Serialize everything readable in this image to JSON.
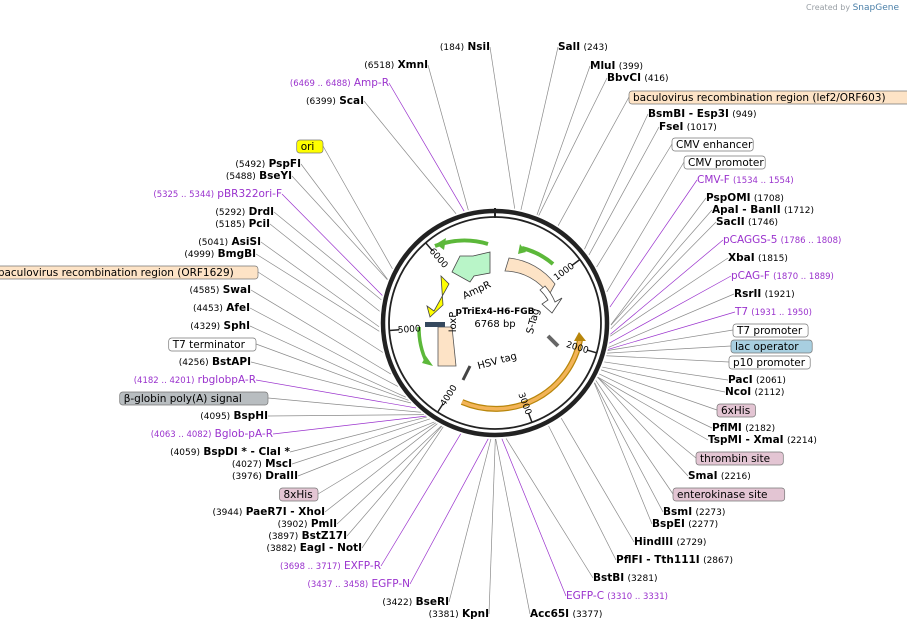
{
  "credit": {
    "prefix": "Created by",
    "brand": "SnapGene"
  },
  "plasmid": {
    "name": "pTriEx4-H6-FGB",
    "size": "6768 bp"
  },
  "ring_ticks": [
    "1000",
    "2000",
    "3000",
    "4000",
    "5000",
    "6000"
  ],
  "inner_labels": [
    "AmpR",
    "loxP",
    "S-Tag",
    "HSV tag"
  ],
  "enzymes": [
    {
      "name": "NsiI",
      "pos": "(184)"
    },
    {
      "name": "SalI",
      "pos": "(243)"
    },
    {
      "name": "MluI",
      "pos": "(399)"
    },
    {
      "name": "BbvCI",
      "pos": "(416)"
    },
    {
      "name": "BsmBI - Esp3I",
      "pos": "(949)"
    },
    {
      "name": "FseI",
      "pos": "(1017)"
    },
    {
      "name": "PspOMI",
      "pos": "(1708)"
    },
    {
      "name": "ApaI - BanII",
      "pos": "(1712)"
    },
    {
      "name": "SacII",
      "pos": "(1746)"
    },
    {
      "name": "XbaI",
      "pos": "(1815)"
    },
    {
      "name": "RsrII",
      "pos": "(1921)"
    },
    {
      "name": "PacI",
      "pos": "(2061)"
    },
    {
      "name": "NcoI",
      "pos": "(2112)"
    },
    {
      "name": "PflMI",
      "pos": "(2182)"
    },
    {
      "name": "TspMI - XmaI",
      "pos": "(2214)"
    },
    {
      "name": "SmaI",
      "pos": "(2216)"
    },
    {
      "name": "BsmI",
      "pos": "(2273)"
    },
    {
      "name": "BspEI",
      "pos": "(2277)"
    },
    {
      "name": "HindIII",
      "pos": "(2729)"
    },
    {
      "name": "PflFI - Tth111I",
      "pos": "(2867)"
    },
    {
      "name": "BstBI",
      "pos": "(3281)"
    },
    {
      "name": "Acc65I",
      "pos": "(3377)"
    },
    {
      "name": "KpnI",
      "pos": "(3381)"
    },
    {
      "name": "BseRI",
      "pos": "(3422)"
    },
    {
      "name": "EagI - NotI",
      "pos": "(3882)"
    },
    {
      "name": "BstZ17I",
      "pos": "(3897)"
    },
    {
      "name": "PmlI",
      "pos": "(3902)"
    },
    {
      "name": "PaeR7I - XhoI",
      "pos": "(3944)"
    },
    {
      "name": "DraIII",
      "pos": "(3976)"
    },
    {
      "name": "MscI",
      "pos": "(4027)"
    },
    {
      "name": "BspDI * - ClaI *",
      "pos": "(4059)"
    },
    {
      "name": "BspHI",
      "pos": "(4095)"
    },
    {
      "name": "BstAPI",
      "pos": "(4256)"
    },
    {
      "name": "SphI",
      "pos": "(4329)"
    },
    {
      "name": "AfeI",
      "pos": "(4453)"
    },
    {
      "name": "SwaI",
      "pos": "(4585)"
    },
    {
      "name": "BmgBI",
      "pos": "(4999)"
    },
    {
      "name": "AsiSI",
      "pos": "(5041)"
    },
    {
      "name": "PciI",
      "pos": "(5185)"
    },
    {
      "name": "DrdI",
      "pos": "(5292)"
    },
    {
      "name": "BseYI",
      "pos": "(5488)"
    },
    {
      "name": "PspFI",
      "pos": "(5492)"
    },
    {
      "name": "ScaI",
      "pos": "(6399)"
    },
    {
      "name": "XmnI",
      "pos": "(6518)"
    }
  ],
  "primers": [
    {
      "name": "Amp-R",
      "range": "(6469 .. 6488)"
    },
    {
      "name": "pBR322ori-F",
      "range": "(5325 .. 5344)"
    },
    {
      "name": "CMV-F",
      "range": "(1534 .. 1554)"
    },
    {
      "name": "pCAGGS-5",
      "range": "(1786 .. 1808)"
    },
    {
      "name": "pCAG-F",
      "range": "(1870 .. 1889)"
    },
    {
      "name": "T7",
      "range": "(1931 .. 1950)"
    },
    {
      "name": "rbglobpA-R",
      "range": "(4182 .. 4201)"
    },
    {
      "name": "Bglob-pA-R",
      "range": "(4063 .. 4082)"
    },
    {
      "name": "EXFP-R",
      "range": "(3698 .. 3717)"
    },
    {
      "name": "EGFP-N",
      "range": "(3437 .. 3458)"
    },
    {
      "name": "EGFP-C",
      "range": "(3310 .. 3331)"
    }
  ],
  "features": [
    {
      "name": "baculovirus recombination region (lef2/ORF603)",
      "color": "#fde3c6"
    },
    {
      "name": "CMV enhancer",
      "color": "#ffffff"
    },
    {
      "name": "CMV promoter",
      "color": "#ffffff"
    },
    {
      "name": "T7 promoter",
      "color": "#ffffff"
    },
    {
      "name": "lac operator",
      "color": "#a8cfe0"
    },
    {
      "name": "p10 promoter",
      "color": "#ffffff"
    },
    {
      "name": "6xHis",
      "color": "#e3c5d3"
    },
    {
      "name": "thrombin site",
      "color": "#e3c5d3"
    },
    {
      "name": "enterokinase site",
      "color": "#e3c5d3"
    },
    {
      "name": "ori",
      "color": "#ffff00"
    },
    {
      "name": "baculovirus recombination region (ORF1629)",
      "color": "#fde3c6"
    },
    {
      "name": "T7 terminator",
      "color": "#ffffff"
    },
    {
      "name": "β-globin poly(A) signal",
      "color": "#b8bdc0"
    },
    {
      "name": "8xHis",
      "color": "#e3c5d3"
    }
  ],
  "colors": {
    "enzyme": "#000000",
    "primer": "#9a32cd",
    "ring": "#222222",
    "ori": "#ffff00",
    "amp": "#b9f5c8",
    "baculo": "#fde3c6",
    "cmv": "#5cb83a",
    "egfp": "#e8a33a"
  }
}
